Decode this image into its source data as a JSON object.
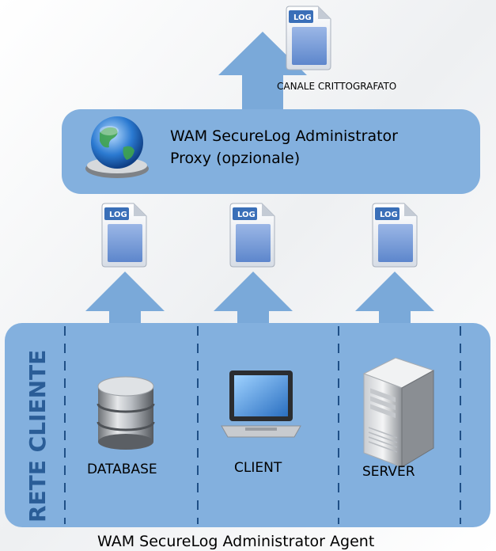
{
  "top_caption": "CANALE CRITTOGRAFATO",
  "proxy": {
    "line1": "WAM SecureLog Administrator",
    "line2": "Proxy (opzionale)",
    "icon": "globe-icon"
  },
  "network": {
    "label": "RETE CLIENTE",
    "nodes": [
      {
        "label": "DATABASE",
        "icon": "database-icon"
      },
      {
        "label": "CLIENT",
        "icon": "laptop-icon"
      },
      {
        "label": "SERVER",
        "icon": "server-tower-icon"
      }
    ]
  },
  "footer": "WAM SecureLog Administrator Agent",
  "log_label": "LOG",
  "colors": {
    "panel": "#83b0de",
    "arrow": "#7aa9d9",
    "dash": "#1f4f86",
    "network_label": "#2a5d97"
  }
}
